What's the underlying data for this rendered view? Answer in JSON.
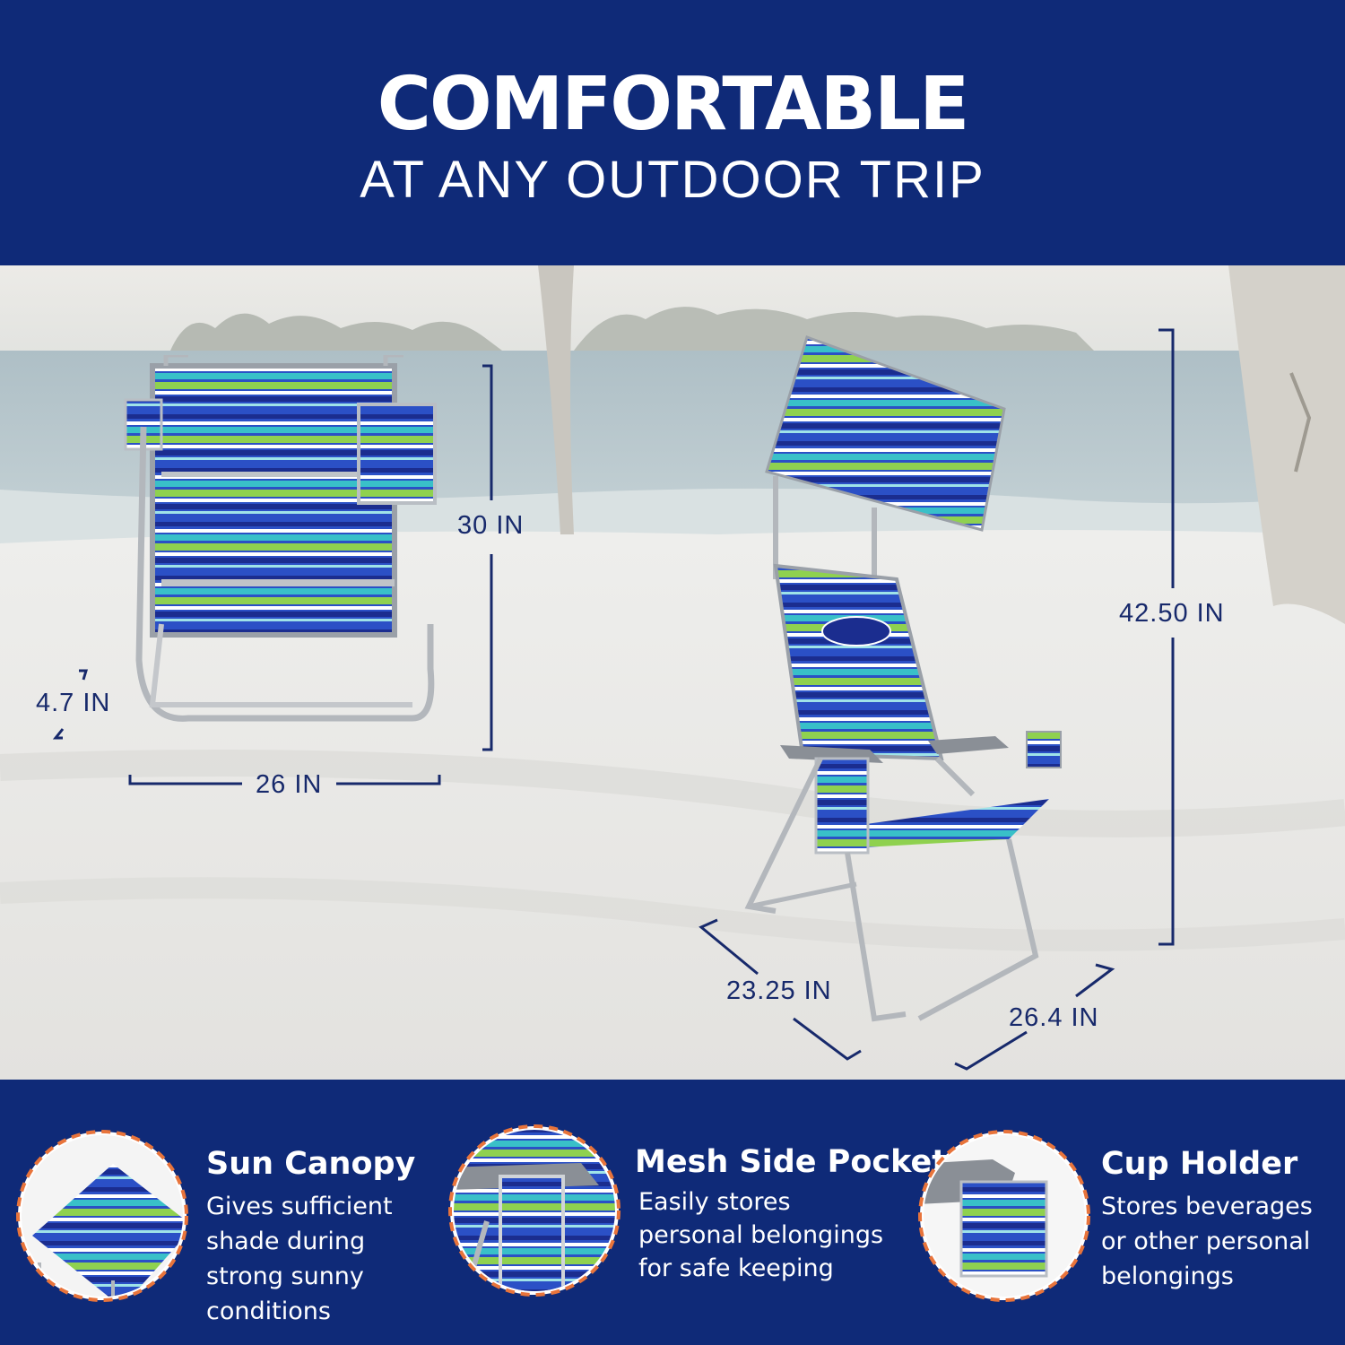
{
  "header": {
    "title": "COMFORTABLE",
    "subtitle": "AT ANY OUTDOOR TRIP"
  },
  "dimensions": {
    "folded_height": "30 IN",
    "folded_depth": "4.7 IN",
    "folded_width": "26 IN",
    "open_height": "42.50 IN",
    "open_depth": "23.25 IN",
    "open_width": "26.4 IN"
  },
  "features": [
    {
      "title": "Sun Canopy",
      "lines": [
        "Gives sufficient",
        "shade during",
        "strong sunny",
        "conditions"
      ]
    },
    {
      "title": "Mesh Side Pocket",
      "lines": [
        "Easily stores",
        "personal belongings",
        "for safe keeping"
      ]
    },
    {
      "title": "Cup Holder",
      "lines": [
        "Stores beverages",
        "or other personal",
        "belongings"
      ]
    }
  ],
  "colors": {
    "band": "#0f2a78",
    "dimension_text": "#17296b",
    "circle_border": "#e8743b",
    "stripe_blue": "#2b50c6",
    "stripe_navy": "#1b2d8f",
    "stripe_green": "#8fd14f",
    "stripe_teal": "#39c0c8"
  },
  "icons": [
    "folded-chair-image",
    "canopy-chair-image",
    "sun-canopy-thumbnail",
    "mesh-pocket-thumbnail",
    "cup-holder-thumbnail"
  ]
}
